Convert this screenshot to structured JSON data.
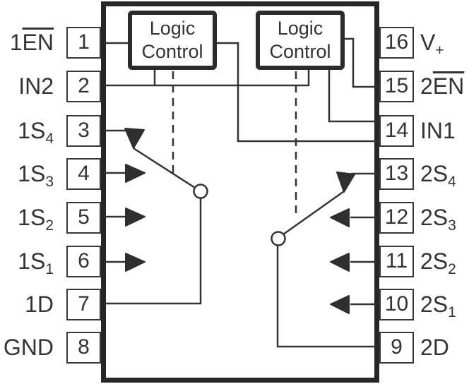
{
  "chip": {
    "logic_blocks": [
      {
        "line1": "Logic",
        "line2": "Control"
      },
      {
        "line1": "Logic",
        "line2": "Control"
      }
    ],
    "pins_left": [
      {
        "num": "1",
        "label_base": "1",
        "label_over": "EN"
      },
      {
        "num": "2",
        "label_base": "IN2"
      },
      {
        "num": "3",
        "label_base": "1S",
        "label_sub": "4"
      },
      {
        "num": "4",
        "label_base": "1S",
        "label_sub": "3"
      },
      {
        "num": "5",
        "label_base": "1S",
        "label_sub": "2"
      },
      {
        "num": "6",
        "label_base": "1S",
        "label_sub": "1"
      },
      {
        "num": "7",
        "label_base": "1D"
      },
      {
        "num": "8",
        "label_base": "GND"
      }
    ],
    "pins_right": [
      {
        "num": "16",
        "label_base": "V",
        "label_sub": "+"
      },
      {
        "num": "15",
        "label_base": "2",
        "label_over": "EN"
      },
      {
        "num": "14",
        "label_base": "IN1"
      },
      {
        "num": "13",
        "label_base": "2S",
        "label_sub": "4"
      },
      {
        "num": "12",
        "label_base": "2S",
        "label_sub": "3"
      },
      {
        "num": "11",
        "label_base": "2S",
        "label_sub": "2"
      },
      {
        "num": "10",
        "label_base": "2S",
        "label_sub": "1"
      },
      {
        "num": "9",
        "label_base": "2D"
      }
    ]
  },
  "colors": {
    "line": "#333333",
    "chip_border": "#262626",
    "background": "#ffffff"
  }
}
